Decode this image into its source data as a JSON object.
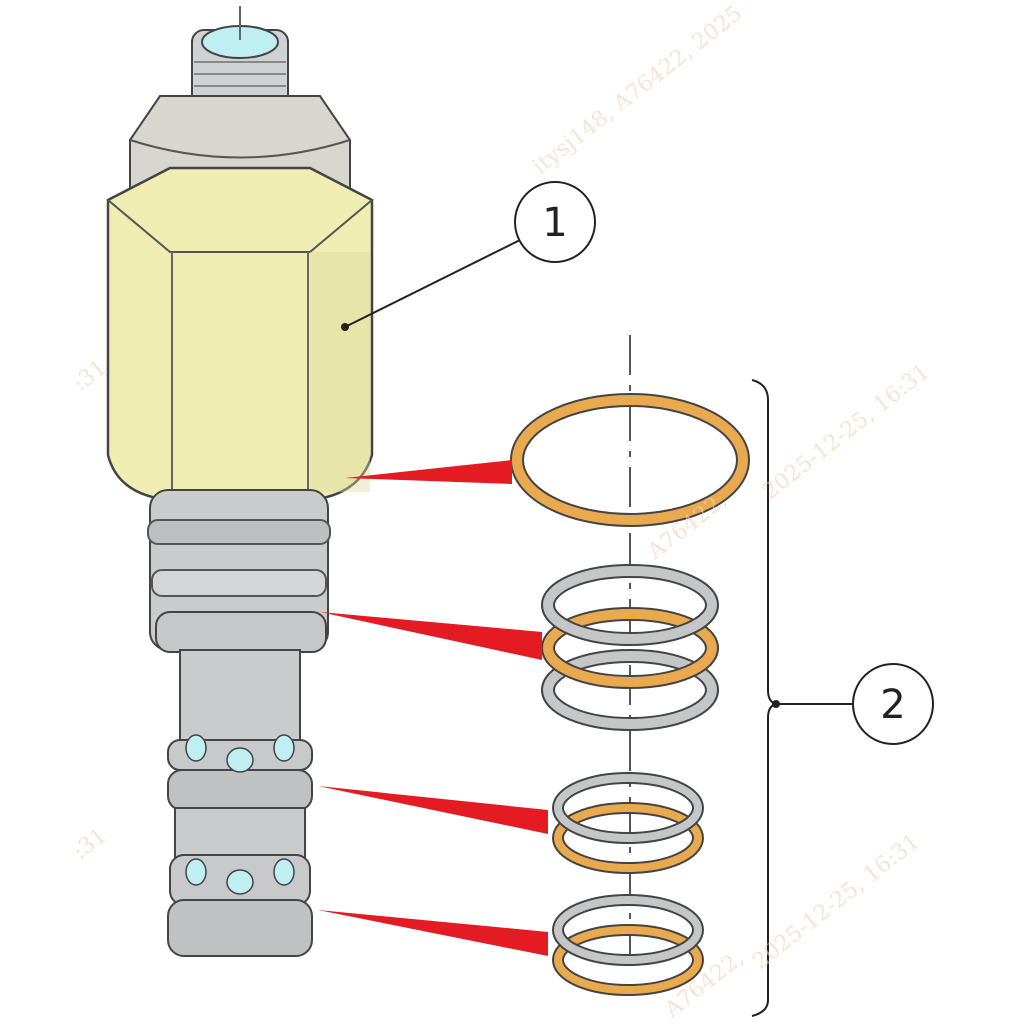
{
  "callouts": [
    {
      "id": "1",
      "label": "1"
    },
    {
      "id": "2",
      "label": "2"
    }
  ],
  "watermarks": [
    "itysj148, A76422, 2025",
    "2025-12-25, 16:31",
    "2025-12-25, 16:31",
    "A76422,",
    ":31",
    ":31",
    "A76422,"
  ],
  "colors": {
    "body_yellow": "#efedb2",
    "body_shade": "#dcd99a",
    "steel": "#c9cbcc",
    "steel_dark": "#a9abac",
    "seal_orange": "#e8a94f",
    "backup_ring": "#c4c6c7",
    "pointer_red": "#e41b23",
    "port_cyan": "#bfeef3"
  },
  "icons": [
    "cartridge-valve-icon",
    "seal-ring-icon",
    "pointer-wedge-icon"
  ]
}
